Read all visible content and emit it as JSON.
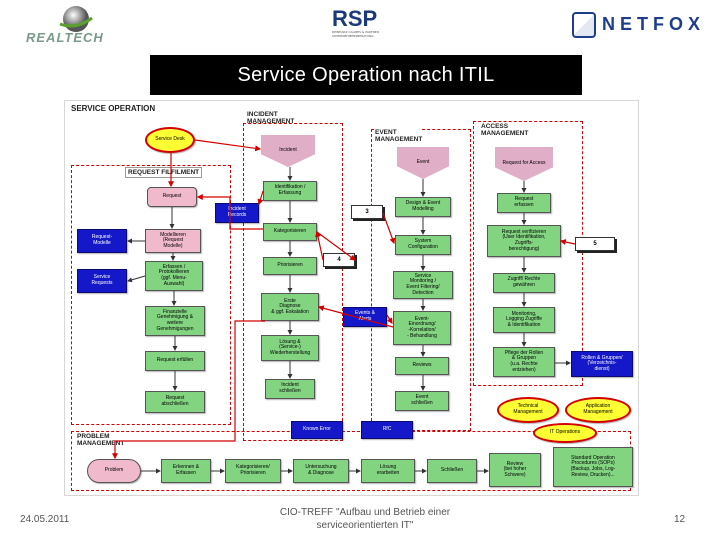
{
  "logos": {
    "left": "REALTECH",
    "center": "RSP",
    "center_sub": "REINHARZ CALIBES & PARTNER\nUNTERNEHMENSBERATUNG",
    "right": "NETFOX"
  },
  "slide": {
    "title": "Service Operation nach ITIL",
    "date": "24.05.2011",
    "footer_line1": "CIO-TREFF \"Aufbau und Betrieb einer",
    "footer_line2": "serviceorientierten IT\"",
    "page": "12"
  },
  "diagram": {
    "service_operation": "SERVICE OPERATION",
    "service_desk": "Service Desk",
    "request_fulfilment": "REQUEST FILFILMENT",
    "incident_management": "INCIDENT\nMANAGEMENT",
    "event_management": "EVENT\nMANAGEMENT",
    "access_management": "ACCESS\nMANAGEMENT",
    "problem_management": "PROBLEM\nMANAGEMENT",
    "req": {
      "request": "Request",
      "modellieren": "Modellieren\n(Request\nModelle)",
      "erfassen": "Erfassen /\nProtokollieren\n(ggf. Menu-\nAuswahl)",
      "finanzielle": "Finanzielle\nGenehmigung &\nweitere\nGenehmigungen",
      "erfuellen": "Request erfüllen",
      "abschliessen": "Request\nabschließen",
      "request_modelle": "Request-\nModelle",
      "service_requests": "Service\nRequests"
    },
    "inc": {
      "incident": "Incident",
      "identifikation": "Identifikation /\nErfassung",
      "incident_records": "Incident\nRecords",
      "kategorisieren": "Kategorisieren",
      "priorisieren": "Priorisieren",
      "erste_diagnose": "Erste\nDiagnose\n& ggf. Eskalation",
      "loesung": "Lösung &\n(Service-)\nWiederherstellung",
      "schliessen": "Incident\nschließen"
    },
    "evt": {
      "event": "Event",
      "design": "Design & Event\nModelling",
      "system_config": "System\nConfiguration",
      "monitoring": "Service\nMonitoring /\nEvent Filtering/\nDetection",
      "events_alerts": "Events &\nAlerts",
      "einordnung": "Event-\nEinordnung/\n-Korrelation/\n- Behandlung",
      "reviews": "Reviews",
      "schliessen": "Event\nschließen"
    },
    "acc": {
      "request_access": "Request for\nAccess",
      "request_erfassen": "Request\nerfassen",
      "verifizieren": "Request verifizieren\n(User Identifikation,\nZugriffs-\nberechtigung)",
      "zugriff": "Zugriff/ Rechte\ngewähren",
      "monitoring": "Monitoring,\nLogging Zugriffe\n& Identifikation",
      "pflege": "Pflege der Rollen\n& Gruppen\n(u.a. Rechte\nentziehen)",
      "rollen": "Rollen & Gruppen/\n(Verzeichnis-\ndienst)"
    },
    "tags": {
      "t3": "3",
      "t4": "4",
      "t5": "5"
    },
    "misc": {
      "known_error": "Known Error",
      "rfc": "RfC",
      "technical": "Technical\nManagement",
      "application": "Application\nManagement",
      "it_operations": "IT Operations",
      "sop": "Standard Operation\nProcedures (SOPs)\n(Backup, Jobs, Log-\nReview, Drucken)..."
    },
    "prob": {
      "problem": "Problem",
      "erkennen": "Erkennen &\nErfassen",
      "kategorisieren": "Kategorisieren/\nPriorisieren",
      "untersuchung": "Untersuchung\n& Diagnose",
      "loesung": "Lösung\nerarbeiten",
      "schliessen": "Schließen",
      "review": "Review\n(bei hoher\nSchwere)"
    }
  }
}
